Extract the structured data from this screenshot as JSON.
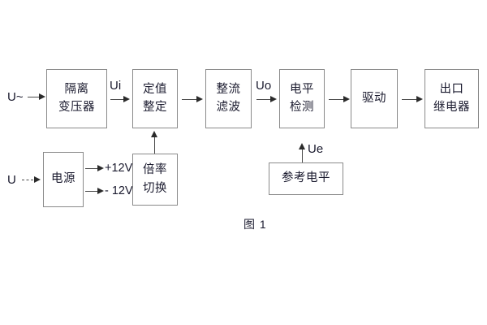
{
  "figure": {
    "caption": "图 1",
    "title_text": "图 1"
  },
  "blocks": [
    {
      "id": "isolation-transformer",
      "lines": [
        "隔离",
        "变压器"
      ]
    },
    {
      "id": "setting-value",
      "lines": [
        "定值",
        "整定"
      ]
    },
    {
      "id": "rectify-filter",
      "lines": [
        "整流",
        "滤波"
      ]
    },
    {
      "id": "level-detect",
      "lines": [
        "电平",
        "检测"
      ]
    },
    {
      "id": "drive",
      "lines": [
        "驱动"
      ]
    },
    {
      "id": "output-relay",
      "lines": [
        "出口",
        "继电器"
      ]
    },
    {
      "id": "power-supply",
      "lines": [
        "电源"
      ]
    },
    {
      "id": "multiplier-switch",
      "lines": [
        "倍率",
        "切换"
      ]
    },
    {
      "id": "reference-level",
      "lines": [
        "参考电平"
      ]
    }
  ],
  "labels": {
    "input_ac": "U~",
    "input_dc": "U",
    "signal_ui": "Ui",
    "signal_uo": "Uo",
    "signal_ue": "Ue",
    "rail_positive": "+12V",
    "rail_negative": "- 12V"
  },
  "colors": {
    "box_border": "#8a8a8a",
    "line": "#4a4a4a",
    "arrow": "#2b2b2b",
    "text": "#1a1a2e",
    "background": "#ffffff"
  }
}
